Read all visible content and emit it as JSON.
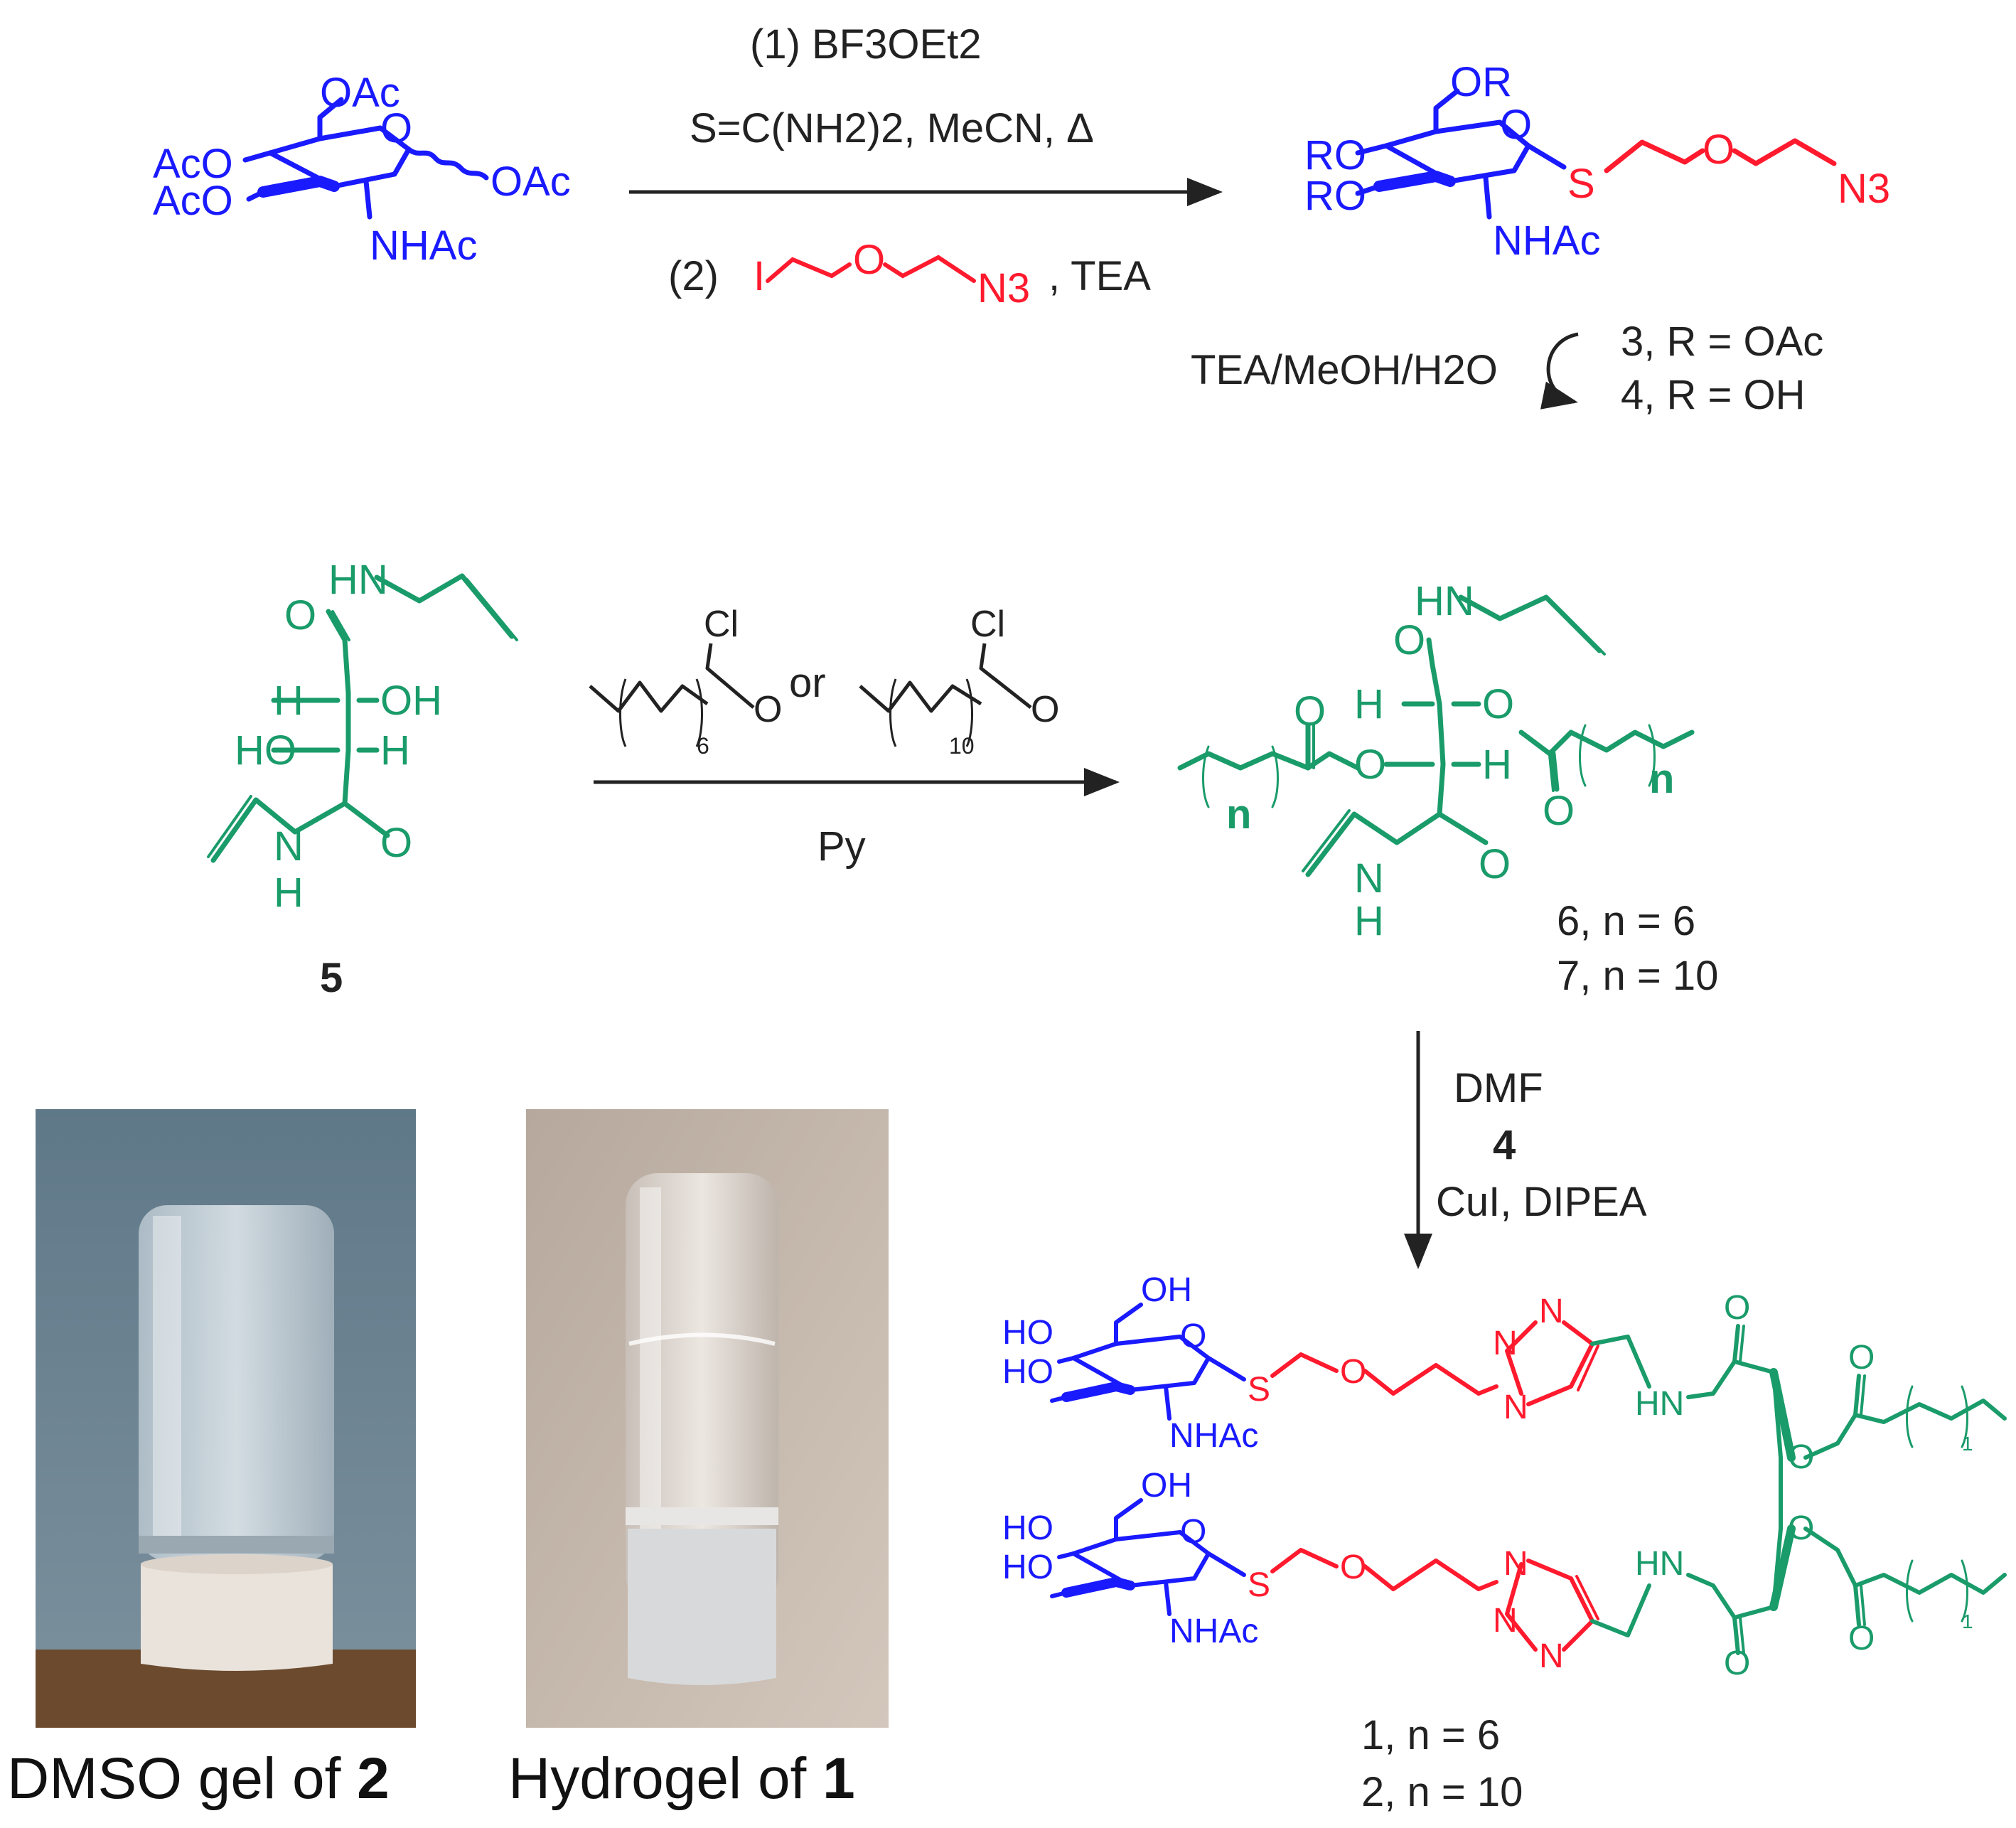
{
  "colors": {
    "sugar": "#1a1aff",
    "linker": "#ff1a2e",
    "tartrate": "#1a9b6a",
    "reagent": "#222222"
  },
  "step1": {
    "line1": "(1) BF3OEt2",
    "line2": "S=C(NH2)2, MeCN, Δ",
    "line3_prefix": "(2)",
    "line3_suffix": ", TEA"
  },
  "start_material": {
    "oac_top": "OAc",
    "aco_1": "AcO",
    "aco_2": "AcO",
    "ring_o": "O",
    "oac_anomeric": "OAc",
    "nhac": "NHAc"
  },
  "iodide": {
    "i": "I",
    "o": "O",
    "n3": "N3"
  },
  "product34": {
    "or_top": "OR",
    "ro_1": "RO",
    "ro_2": "RO",
    "ring_o": "O",
    "s": "S",
    "o": "O",
    "n3": "N3",
    "nhac": "NHAc"
  },
  "step2": {
    "conditions": "TEA/MeOH/H2O",
    "label3": "3, R = OAc",
    "label4": "4, R = OH"
  },
  "compound5": {
    "hn_top": "HN",
    "o_top": "O",
    "h1": "H",
    "oh1": "OH",
    "ho2": "HO",
    "h2": "H",
    "n_bottom": "N",
    "h_bottom": "H",
    "o_bottom": "O",
    "label": "5"
  },
  "step3": {
    "cl1": "Cl",
    "o1": "O",
    "sub1": "6",
    "or": "or",
    "cl2": "Cl",
    "o2": "O",
    "sub2": "10",
    "reagent": "Py"
  },
  "product67": {
    "hn": "HN",
    "o_amide": "O",
    "h1": "H",
    "o_ester1": "O",
    "o_carbonyl1": "O",
    "o_ester2": "O",
    "o_carbonyl2": "O",
    "h2": "H",
    "n_left": "n",
    "n_right": "n",
    "n_bottom": "N",
    "h_bottom": "H",
    "o_amide2": "O",
    "label6": "6, n = 6",
    "label7": "7, n = 10"
  },
  "step4": {
    "solvent": "DMF",
    "reactant": "4",
    "catalyst": "CuI, DIPEA"
  },
  "final": {
    "oh": "OH",
    "ho1": "HO",
    "ho2": "HO",
    "ring_o": "O",
    "s": "S",
    "o": "O",
    "n1": "N",
    "n2": "N",
    "n3": "N",
    "nhac": "NHAc",
    "hn": "HN",
    "o_amide": "O",
    "o_ester": "O",
    "o_carbonyl": "O",
    "sub": "1",
    "label1": "1, n = 6",
    "label2": "2, n = 10"
  },
  "photos": {
    "left_caption": "DMSO gel of 2",
    "right_caption": "Hydrogel of 1"
  }
}
